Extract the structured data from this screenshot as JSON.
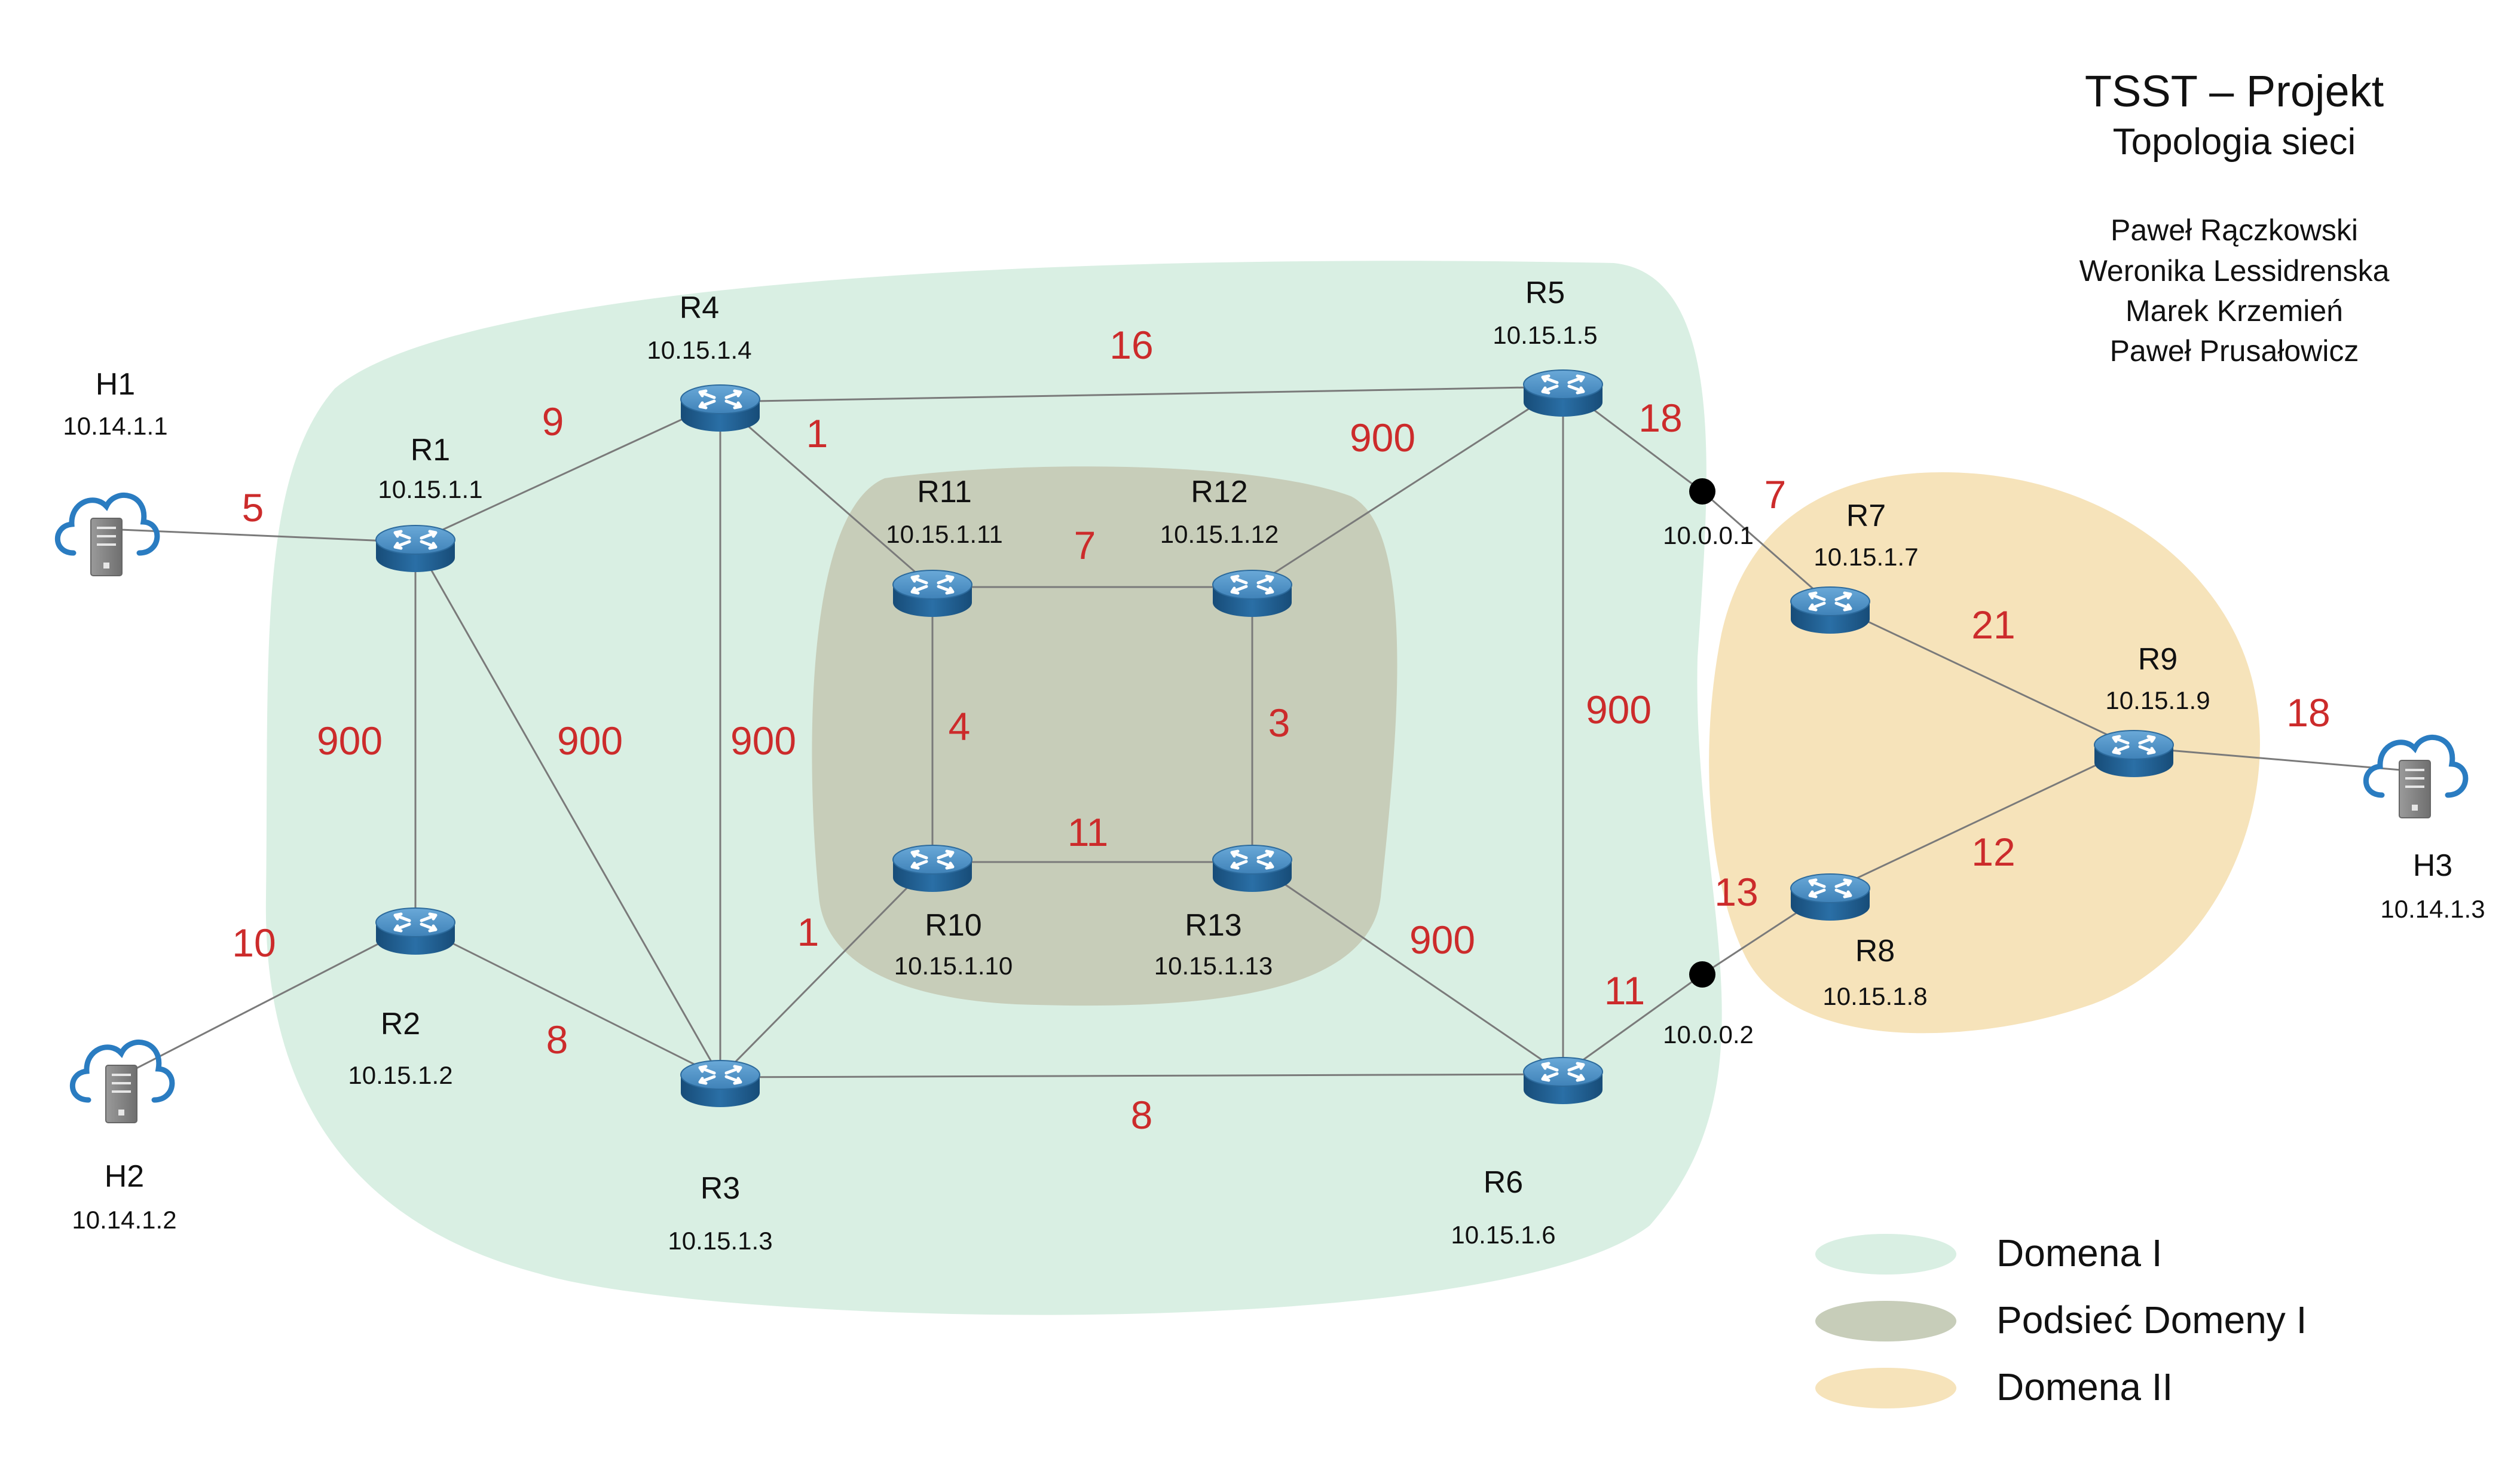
{
  "title": "TSST – Projekt",
  "subtitle": "Topologia sieci",
  "authors": [
    "Paweł Rączkowski",
    "Weronika Lessidrenska",
    "Marek Krzemień",
    "Paweł Prusałowicz"
  ],
  "colors": {
    "domain1": "#d9efe3",
    "subnet": "#c7cdb9",
    "domain2": "#f6e3ba",
    "weight": "#cc2b2b",
    "link": "#7a7a7a",
    "router_top": "#4d90c4",
    "router_side": "#1f5f93",
    "cloud": "#2a7cc1",
    "server": "#8a8a8a"
  },
  "legend": [
    {
      "label": "Domena I",
      "color": "#d9efe3"
    },
    {
      "label": "Podsieć Domeny I",
      "color": "#c7cdb9"
    },
    {
      "label": "Domena II",
      "color": "#f6e3ba"
    }
  ],
  "routers": [
    {
      "id": "R1",
      "name": "R1",
      "ip": "10.15.1.1"
    },
    {
      "id": "R2",
      "name": "R2",
      "ip": "10.15.1.2"
    },
    {
      "id": "R3",
      "name": "R3",
      "ip": "10.15.1.3"
    },
    {
      "id": "R4",
      "name": "R4",
      "ip": "10.15.1.4"
    },
    {
      "id": "R5",
      "name": "R5",
      "ip": "10.15.1.5"
    },
    {
      "id": "R6",
      "name": "R6",
      "ip": "10.15.1.6"
    },
    {
      "id": "R7",
      "name": "R7",
      "ip": "10.15.1.7"
    },
    {
      "id": "R8",
      "name": "R8",
      "ip": "10.15.1.8"
    },
    {
      "id": "R9",
      "name": "R9",
      "ip": "10.15.1.9"
    },
    {
      "id": "R10",
      "name": "R10",
      "ip": "10.15.1.10"
    },
    {
      "id": "R11",
      "name": "R11",
      "ip": "10.15.1.11"
    },
    {
      "id": "R12",
      "name": "R12",
      "ip": "10.15.1.12"
    },
    {
      "id": "R13",
      "name": "R13",
      "ip": "10.15.1.13"
    }
  ],
  "hosts": [
    {
      "id": "H1",
      "name": "H1",
      "ip": "10.14.1.1"
    },
    {
      "id": "H2",
      "name": "H2",
      "ip": "10.14.1.2"
    },
    {
      "id": "H3",
      "name": "H3",
      "ip": "10.14.1.3"
    }
  ],
  "junctions": [
    {
      "id": "J1",
      "ip": "10.0.0.1"
    },
    {
      "id": "J2",
      "ip": "10.0.0.2"
    }
  ],
  "links": [
    {
      "id": "H1-R1",
      "from": "H1",
      "to": "R1",
      "weight": "5"
    },
    {
      "id": "H2-R2",
      "from": "H2",
      "to": "R2",
      "weight": "10"
    },
    {
      "id": "R1-R4",
      "from": "R1",
      "to": "R4",
      "weight": "9"
    },
    {
      "id": "R1-R2",
      "from": "R1",
      "to": "R2",
      "weight": "900"
    },
    {
      "id": "R1-R3",
      "from": "R1",
      "to": "R3",
      "weight": "900"
    },
    {
      "id": "R2-R3",
      "from": "R2",
      "to": "R3",
      "weight": "8"
    },
    {
      "id": "R4-R3",
      "from": "R4",
      "to": "R3",
      "weight": "900"
    },
    {
      "id": "R4-R5",
      "from": "R4",
      "to": "R5",
      "weight": "16"
    },
    {
      "id": "R4-R11",
      "from": "R4",
      "to": "R11",
      "weight": "1"
    },
    {
      "id": "R11-R12",
      "from": "R11",
      "to": "R12",
      "weight": "7"
    },
    {
      "id": "R11-R10",
      "from": "R11",
      "to": "R10",
      "weight": "4"
    },
    {
      "id": "R12-R13",
      "from": "R12",
      "to": "R13",
      "weight": "3"
    },
    {
      "id": "R10-R13",
      "from": "R10",
      "to": "R13",
      "weight": "11"
    },
    {
      "id": "R12-R5",
      "from": "R12",
      "to": "R5",
      "weight": "900"
    },
    {
      "id": "R3-R10",
      "from": "R3",
      "to": "R10",
      "weight": "1"
    },
    {
      "id": "R3-R6",
      "from": "R3",
      "to": "R6",
      "weight": "8"
    },
    {
      "id": "R13-R6",
      "from": "R13",
      "to": "R6",
      "weight": "900"
    },
    {
      "id": "R5-R6",
      "from": "R5",
      "to": "R6",
      "weight": "900"
    },
    {
      "id": "R5-J1",
      "from": "R5",
      "to": "J1",
      "weight": "18"
    },
    {
      "id": "J1-R7",
      "from": "J1",
      "to": "R7",
      "weight": "7"
    },
    {
      "id": "R6-J2",
      "from": "R6",
      "to": "J2",
      "weight": "11"
    },
    {
      "id": "J2-R8",
      "from": "J2",
      "to": "R8",
      "weight": "13"
    },
    {
      "id": "R7-R9",
      "from": "R7",
      "to": "R9",
      "weight": "21"
    },
    {
      "id": "R8-R9",
      "from": "R8",
      "to": "R9",
      "weight": "12"
    },
    {
      "id": "R9-H3",
      "from": "R9",
      "to": "H3",
      "weight": "18"
    }
  ]
}
